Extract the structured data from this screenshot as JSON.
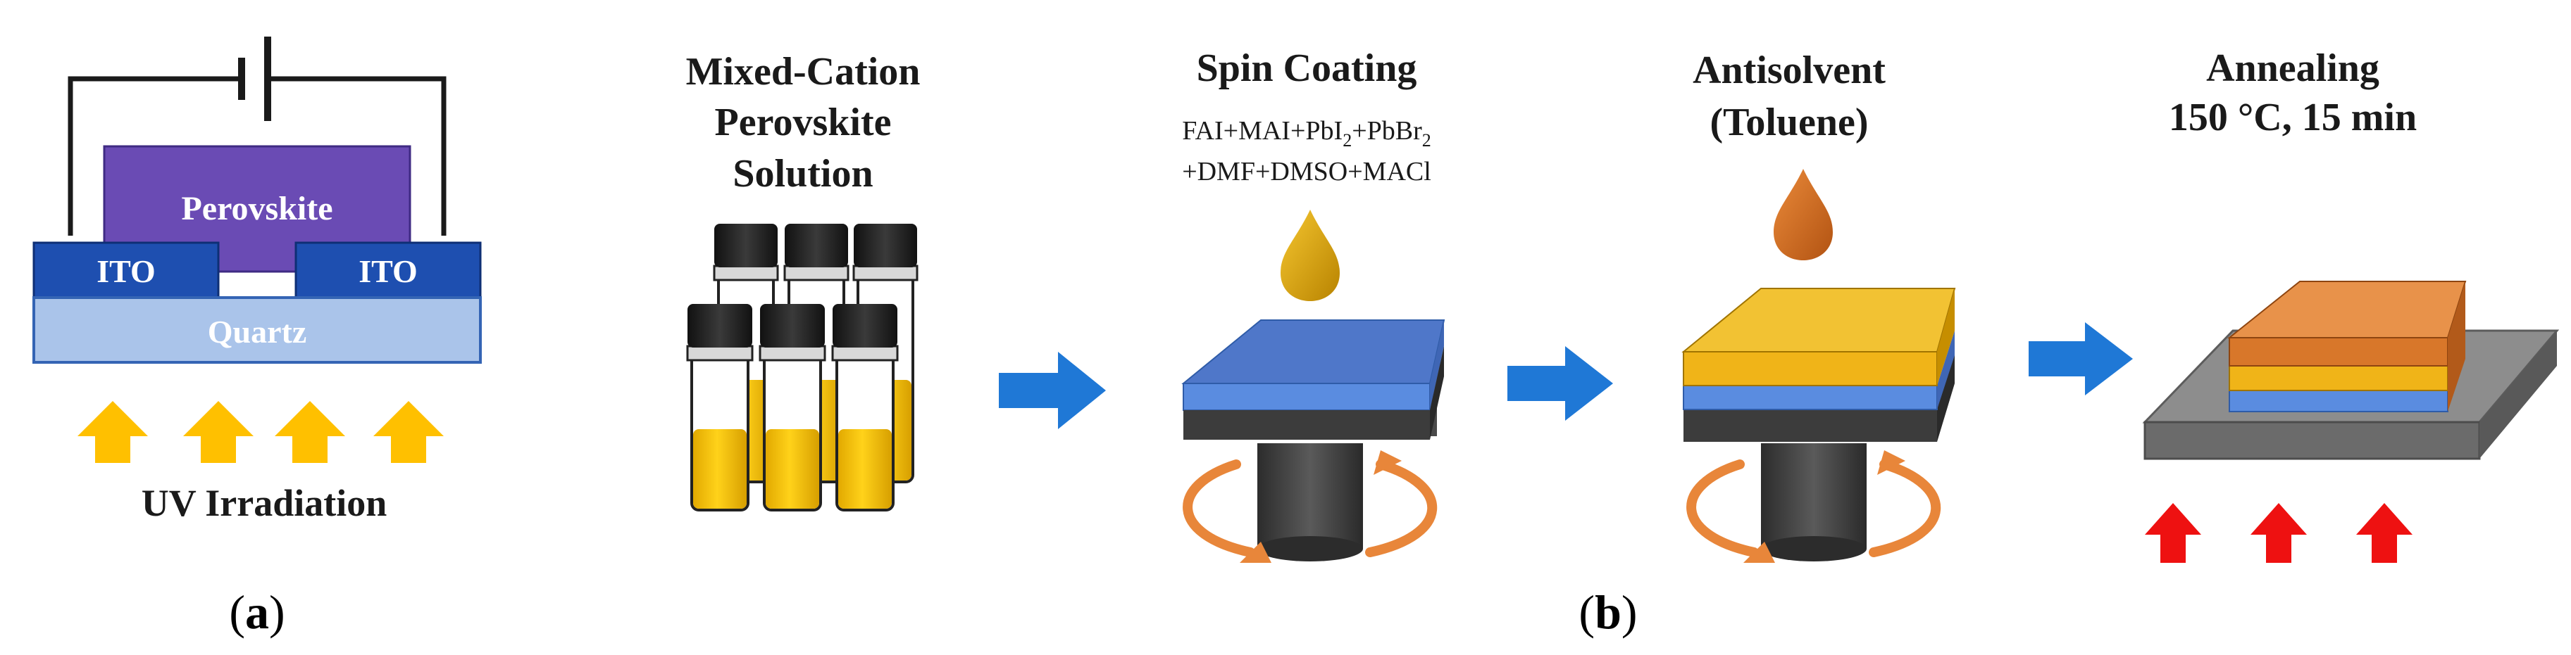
{
  "panel_a": {
    "perovskite_label": "Perovskite",
    "ito_left_label": "ITO",
    "ito_right_label": "ITO",
    "quartz_label": "Quartz",
    "uv_label": "UV Irradiation",
    "caption_open": "(",
    "caption_letter": "a",
    "caption_close": ")"
  },
  "panel_b": {
    "step1": {
      "title_line1": "Mixed-Cation",
      "title_line2": "Perovskite",
      "title_line3": "Solution"
    },
    "step2": {
      "title": "Spin Coating",
      "formula_line1": {
        "p1": "FAI+MAI+PbI",
        "s1": "2",
        "p2": "+PbBr",
        "s2": "2"
      },
      "formula_line2": "+DMF+DMSO+MACl"
    },
    "step3": {
      "title_line1": "Antisolvent",
      "title_line2": "(Toluene)"
    },
    "step4": {
      "title_line1": "Annealing",
      "title_line2": "150 °C, 15 min"
    },
    "caption_open": "(",
    "caption_letter": "b",
    "caption_close": ")"
  },
  "colors": {
    "perovskite_purple": "#6a4bb4",
    "ito_blue": "#1e4fb0",
    "quartz_blue": "#aac4ea",
    "arrow_yellow": "#ffc000",
    "flow_arrow_blue": "#1f78d6",
    "drop_gold": "#d5a000",
    "drop_orange": "#d26a1c",
    "heat_red": "#ee1111",
    "spin_orange": "#e8863a"
  }
}
